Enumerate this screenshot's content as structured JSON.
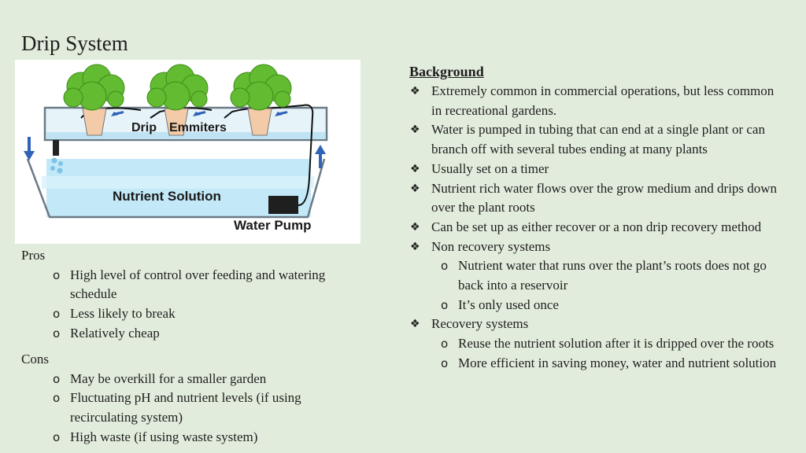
{
  "title": "Drip System",
  "diagram": {
    "drip_label": "Drip",
    "emitters_label": "Emmiters",
    "nutrient_label": "Nutrient Solution",
    "pump_label": "Water Pump"
  },
  "pros": {
    "heading": "Pros",
    "items": [
      "High level of control over feeding and watering schedule",
      "Less likely to break",
      "Relatively cheap"
    ]
  },
  "cons": {
    "heading": "Cons",
    "items": [
      "May be overkill for a smaller garden",
      "Fluctuating pH and nutrient levels (if using recirculating system)",
      "High waste (if using waste system)"
    ]
  },
  "background": {
    "heading": "Background",
    "items": [
      "Extremely common in commercial operations, but less common in recreational gardens.",
      "Water is pumped in tubing that can end at a single plant or can branch off with several tubes ending at many plants",
      "Usually set on a timer",
      "Nutrient rich water flows over the grow medium and drips down over the plant roots",
      "Can be set up as either recover or a non drip recovery method",
      "Non recovery systems",
      "Recovery systems"
    ],
    "non_recovery_sub": [
      "Nutrient water that runs over the plant’s roots does not go back into a reservoir",
      "It’s only used once"
    ],
    "recovery_sub": [
      "Reuse the nutrient solution after it is dripped over the roots",
      "More efficient in saving money, water and nutrient solution"
    ]
  },
  "glyphs": {
    "diamond": "❖",
    "circle": "o"
  },
  "colors": {
    "background": "#e2ecdc",
    "water": "#bfe6f6",
    "plant": "#5cb82e",
    "arrow": "#2f63b7"
  }
}
